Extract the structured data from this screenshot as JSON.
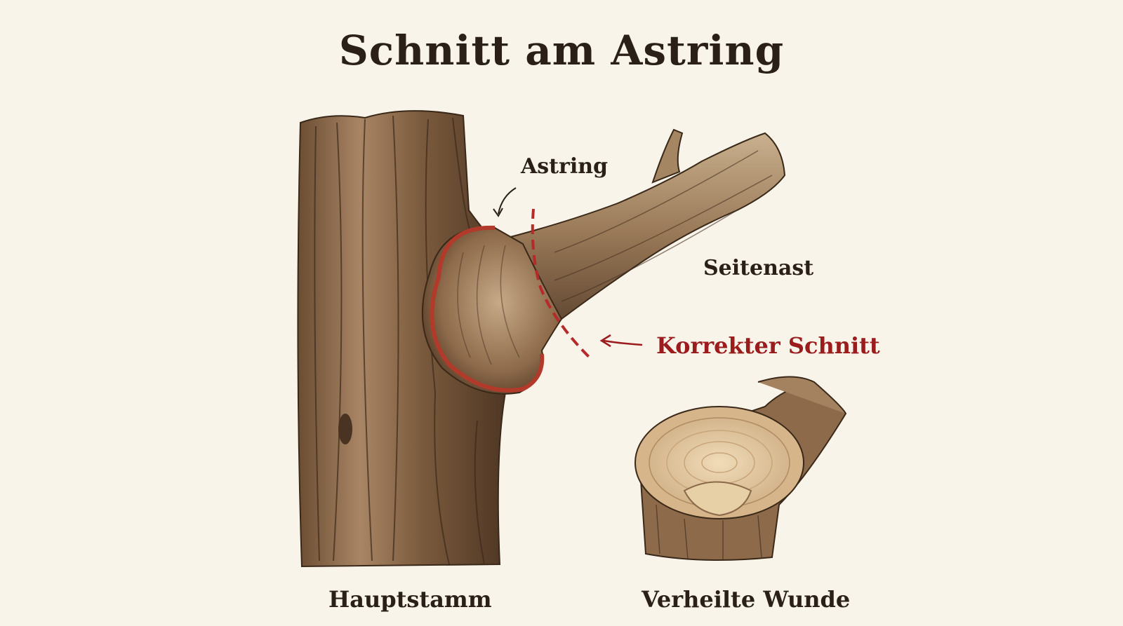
{
  "title": "Schnitt am Astring",
  "labels": {
    "astring": "Astring",
    "seitenast": "Seitenast",
    "korrekter_schnitt": "Korrekter Schnitt",
    "hauptstamm": "Hauptstamm",
    "verheilte_wunde": "Verheilte Wunde"
  },
  "colors": {
    "background": "#f8f4ea",
    "text": "#2a2018",
    "accent_red": "#9b1c1c",
    "bark": "#8a6a4a"
  }
}
